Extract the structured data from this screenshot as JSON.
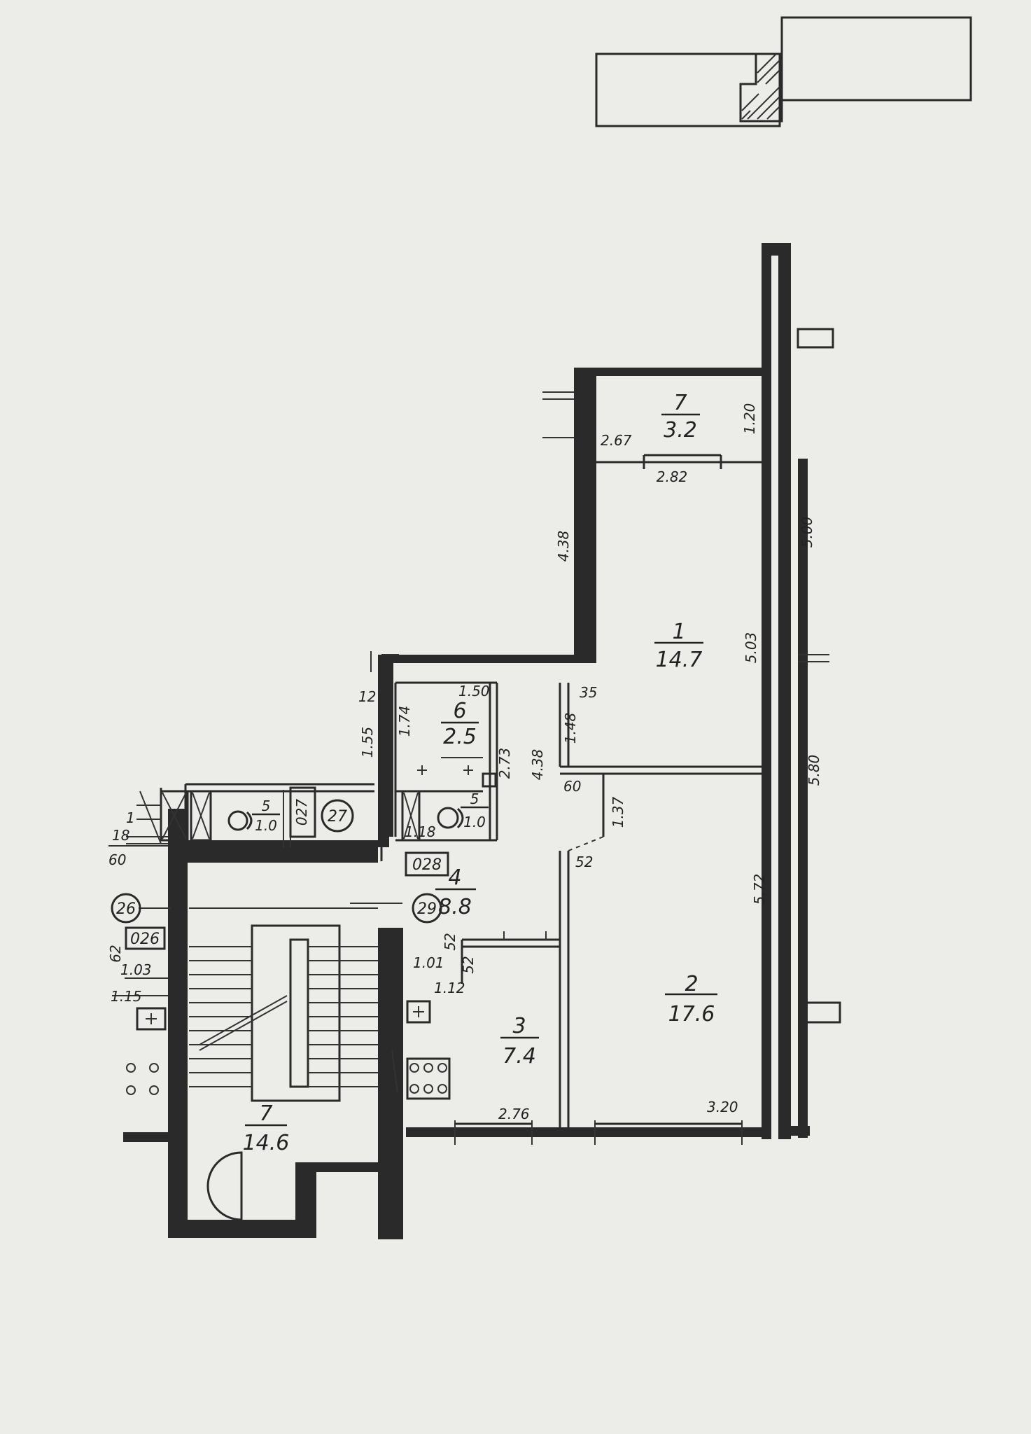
{
  "rooms": [
    {
      "id": "r1",
      "number": "1",
      "area": "14.7"
    },
    {
      "id": "r2",
      "number": "2",
      "area": "17.6"
    },
    {
      "id": "r3",
      "number": "3",
      "area": "7.4"
    },
    {
      "id": "r4",
      "number": "4",
      "area": "8.8"
    },
    {
      "id": "r5a",
      "number": "5",
      "area": "1.0"
    },
    {
      "id": "r5b",
      "number": "5",
      "area": "1.0"
    },
    {
      "id": "r6",
      "number": "6",
      "area": "2.5"
    },
    {
      "id": "r7top",
      "number": "7",
      "area": "3.2"
    },
    {
      "id": "r7stair",
      "number": "7",
      "area": "14.6"
    }
  ],
  "dimensions": {
    "d_1_20": "1.20",
    "d_2_67": "2.67",
    "d_2_82": "2.82",
    "d_5_00": "5.00",
    "d_4_38_a": "4.38",
    "d_5_03": "5.03",
    "d_5_80": "5.80",
    "d_1_50": "1.50",
    "d_35": "35",
    "d_1_48": "1.48",
    "d_12": "12",
    "d_1_55": "1.55",
    "d_1_74": "1.74",
    "d_2_73": "2.73",
    "d_4_38_b": "4.38",
    "d_60": "60",
    "d_1_37": "1.37",
    "d_52_a": "52",
    "d_5_72": "5.72",
    "d_52_b": "52",
    "d_52_c": "52",
    "d_1_01": "1.01",
    "d_1_12": "1.12",
    "d_2_76": "2.76",
    "d_3_20": "3.20",
    "d_1_18": "1.18",
    "d_62": "62",
    "d_1_03": "1.03",
    "d_1_15": "1.15",
    "d_60_left": "60",
    "d_18": "18",
    "d_1": "1"
  },
  "markers": {
    "circle_26": "26",
    "circle_27": "27",
    "circle_29": "29",
    "box_026": "026",
    "box_027": "027",
    "box_028": "028"
  }
}
